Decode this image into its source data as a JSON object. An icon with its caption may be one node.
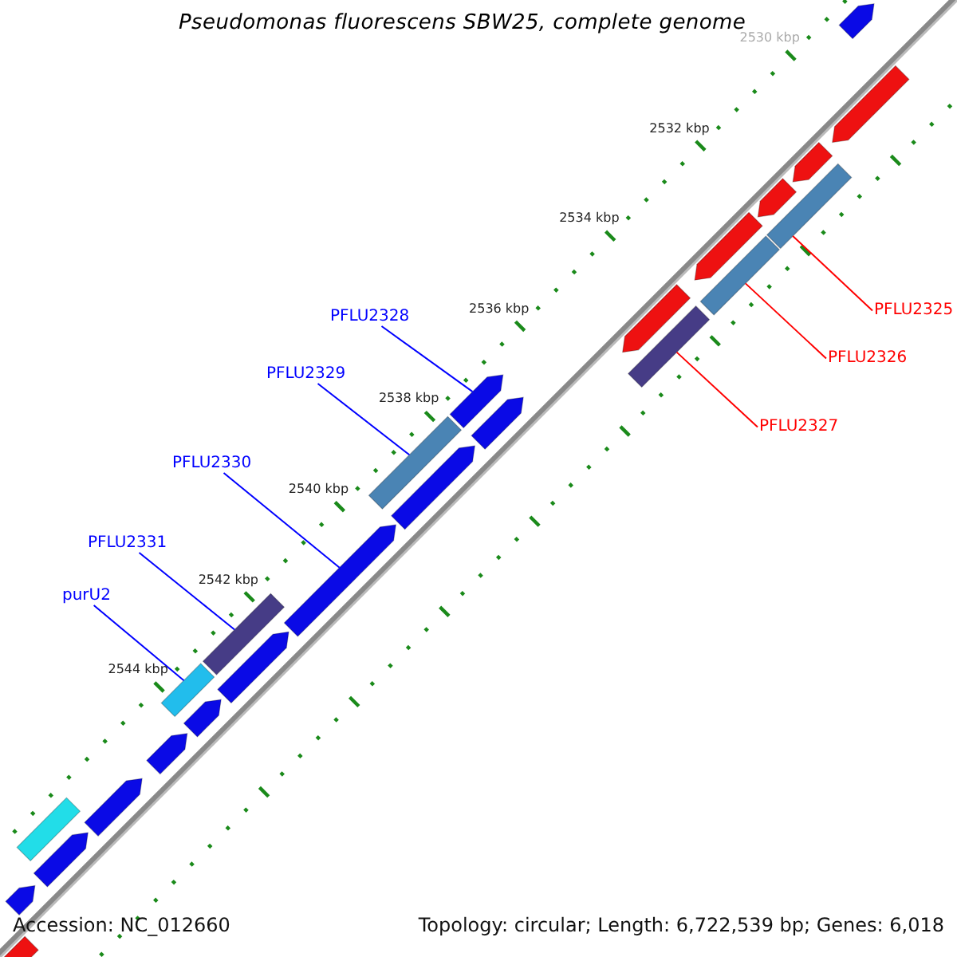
{
  "diagram": {
    "title": "Pseudomonas fluorescens SBW25, complete genome",
    "nodes": [
      {
        "text": [
          "PFLU2328"
        ]
      },
      {
        "text": [
          "PFLU2329"
        ]
      },
      {
        "text": [
          "PFLU2330"
        ]
      },
      {
        "text": [
          "PFLU2331"
        ]
      },
      {
        "text": [
          "purU2"
        ]
      },
      {
        "text": [
          "PFLU2325"
        ]
      },
      {
        "text": [
          "PFLU2326"
        ]
      },
      {
        "text": [
          "PFLU2327"
        ]
      },
      {
        "text": [],
        "shape": "arrow"
      },
      {
        "text": [],
        "shape": "box"
      },
      {
        "text": [],
        "shape": "arrow"
      },
      {
        "text": [],
        "shape": "box"
      },
      {
        "text": [],
        "shape": "box"
      },
      {
        "text": [],
        "shape": "box"
      },
      {
        "text": [],
        "shape": "box"
      },
      {
        "text": [],
        "shape": "box"
      },
      {
        "text": [],
        "shape": "arrow"
      },
      {
        "text": [],
        "shape": "arrow"
      },
      {
        "text": [],
        "shape": "arrow"
      },
      {
        "text": [],
        "shape": "arrow"
      },
      {
        "text": [],
        "shape": "arrow"
      },
      {
        "text": [],
        "shape": "arrow"
      },
      {
        "text": [],
        "shape": "arrow"
      },
      {
        "text": [],
        "shape": "arrow"
      },
      {
        "text": [],
        "shape": "box"
      },
      {
        "text": [],
        "shape": "arrow"
      },
      {
        "text": [],
        "shape": "arrow"
      },
      {
        "text": [],
        "shape": "arrow"
      },
      {
        "text": [],
        "shape": "arrow"
      },
      {
        "text": [],
        "shape": "arrow"
      },
      {
        "text": [],
        "shape": "arrow"
      },
      {
        "text": [],
        "shape": "arrow"
      }
    ],
    "edges": [
      {
        "from": 0,
        "to": 8,
        "arrow": "none"
      },
      {
        "from": 1,
        "to": 9,
        "arrow": "none"
      },
      {
        "from": 2,
        "to": 10,
        "arrow": "none"
      },
      {
        "from": 3,
        "to": 11,
        "arrow": "none"
      },
      {
        "from": 4,
        "to": 12,
        "arrow": "none"
      },
      {
        "from": 5,
        "to": 13,
        "arrow": "none",
        "color": "#ff0000"
      },
      {
        "from": 6,
        "to": 14,
        "arrow": "none",
        "color": "#ff0000"
      },
      {
        "from": 7,
        "to": 15,
        "arrow": "none",
        "color": "#ff0000"
      }
    ],
    "labels": [
      "2530 kbp",
      "2532 kbp",
      "2534 kbp",
      "2536 kbp",
      "2538 kbp",
      "2540 kbp",
      "2542 kbp",
      "2544 kbp",
      "Accession: NC_012660",
      "Topology: circular; Length: 6,722,539 bp; Genes: 6,018"
    ]
  }
}
